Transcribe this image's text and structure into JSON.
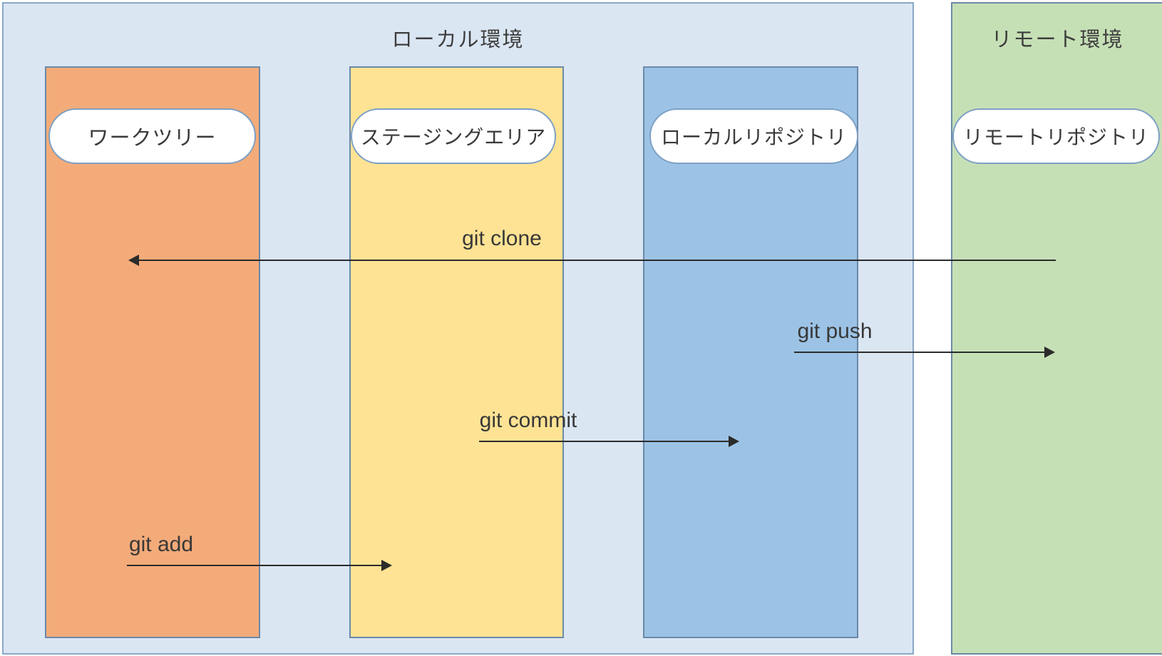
{
  "local_env": {
    "title": "ローカル環境",
    "columns": [
      {
        "id": "work-tree",
        "label": "ワークツリー"
      },
      {
        "id": "staging-area",
        "label": "ステージングエリア"
      },
      {
        "id": "local-repo",
        "label": "ローカルリポジトリ"
      }
    ]
  },
  "remote_env": {
    "title": "リモート環境",
    "column": {
      "id": "remote-repo",
      "label": "リモートリポジトリ"
    }
  },
  "arrows": [
    {
      "label": "git clone",
      "direction": "left",
      "from": "remote-repo",
      "to": "work-tree"
    },
    {
      "label": "git push",
      "direction": "right",
      "from": "local-repo",
      "to": "remote-repo"
    },
    {
      "label": "git commit",
      "direction": "right",
      "from": "staging-area",
      "to": "local-repo"
    },
    {
      "label": "git add",
      "direction": "right",
      "from": "work-tree",
      "to": "staging-area"
    }
  ],
  "colors": {
    "local-env-bg": "#dbe6f3",
    "remote-env-bg": "#c6e0b6",
    "work-tree-bg": "#f3ab79",
    "staging-bg": "#ffe394",
    "local-repo-bg": "#9cc3e5",
    "pill-bg": "#ffffff",
    "pill-border": "#7da0c4",
    "column-border": "#6b89a9",
    "box-border": "#8aa8c8",
    "arrow-color": "#2b2b2b",
    "text-color": "#3d3d3d"
  }
}
